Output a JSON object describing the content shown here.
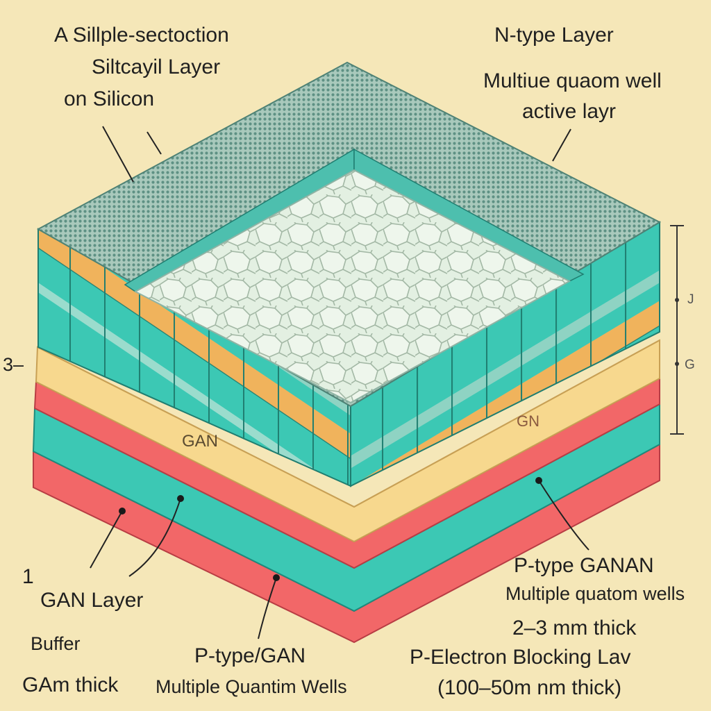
{
  "labels": {
    "top_left_1": "A Sillple-sectoction",
    "top_left_2": "Siltcayil Layer",
    "top_left_3": "on Silicon",
    "top_right_1": "N-type Layer",
    "top_right_2": "Multiue quaom well",
    "top_right_3": "active layr",
    "left_marker": "3–",
    "left_num": "1",
    "right_tick_1": "J",
    "right_tick_2": "G",
    "gan_mid": "GAN",
    "gan_right": "GN",
    "bl_1": "GAN Layer",
    "bl_2": "Buffer",
    "bl_3": "GAm thick",
    "bc_1": "P-type/GAN",
    "bc_2": "Multiple Quantim Wells",
    "br_1": "P-type GANAN",
    "br_2": "Multiple quatom wells",
    "br_3": "2–3 mm thick",
    "br_4": "P-Electron Blocking Lav",
    "br_5": "(100–50m nm thick)"
  },
  "colors": {
    "background": "#f5e7b8",
    "red_layer": "#f26768",
    "teal_layer": "#3cc8b4",
    "yellow_layer": "#f7d88e",
    "orange_block": "#f0b35c",
    "crystal_top": "#dfeee0",
    "dotted_top": "#8fb8a8"
  }
}
